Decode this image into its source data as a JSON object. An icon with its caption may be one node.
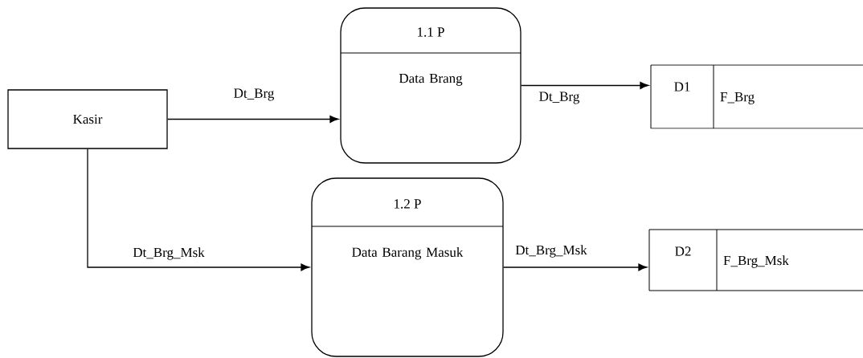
{
  "diagram": {
    "nodes": [
      {
        "text": [
          "Kasir"
        ]
      },
      {
        "text": [
          "1.1 P",
          "Data Brang"
        ]
      },
      {
        "text": [
          "D1",
          "F_Brg"
        ]
      },
      {
        "text": [
          "1.2 P",
          "Data Barang Masuk"
        ]
      },
      {
        "text": [
          "D2",
          "F_Brg_Msk"
        ]
      }
    ],
    "edges": [
      {
        "from": 0,
        "to": 1,
        "arrow": "to",
        "label": "Dt_Brg"
      },
      {
        "from": 1,
        "to": 2,
        "arrow": "to",
        "label": "Dt_Brg"
      },
      {
        "from": 0,
        "to": 3,
        "arrow": "to",
        "label": "Dt_Brg_Msk"
      },
      {
        "from": 3,
        "to": 4,
        "arrow": "to",
        "label": "Dt_Brg_Msk"
      }
    ]
  }
}
